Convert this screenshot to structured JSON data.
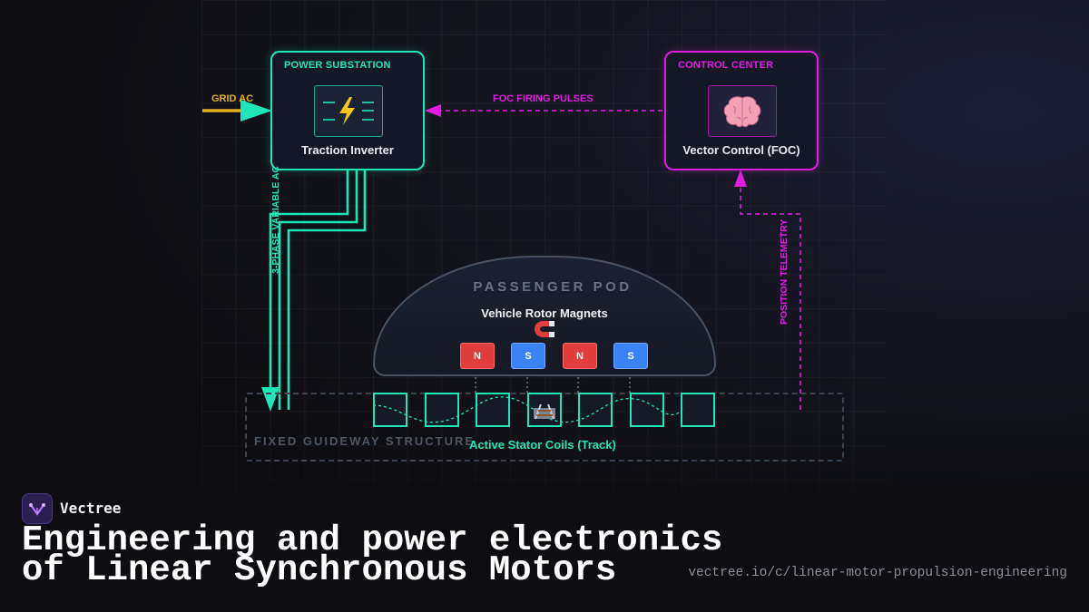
{
  "diagram": {
    "substation": {
      "header": "POWER SUBSTATION",
      "title": "Traction Inverter",
      "icon": "lightning-bolt-icon",
      "color": "#1fe6b8"
    },
    "control": {
      "header": "CONTROL CENTER",
      "title": "Vector Control (FOC)",
      "icon": "brain-icon",
      "color": "#e01ce0"
    },
    "labels": {
      "grid_ac": "GRID AC",
      "foc_pulses": "FOC FIRING PULSES",
      "three_phase": "3-PHASE VARIABLE AC",
      "telemetry": "POSITION TELEMETRY"
    },
    "pod": {
      "title": "PASSENGER POD",
      "subtitle": "Vehicle Rotor Magnets",
      "icon": "magnet-icon",
      "poles": [
        "N",
        "S",
        "N",
        "S"
      ]
    },
    "guideway": {
      "label": "FIXED GUIDEWAY STRUCTURE",
      "stator_label": "Active Stator Coils (Track)",
      "coil_count": 7,
      "icon": "railway-track-icon"
    },
    "colors": {
      "grid_ac": "#e0b020",
      "power": "#1fe6b8",
      "control": "#e01ce0",
      "north": "#e23d3d",
      "south": "#3b82f6"
    }
  },
  "footer": {
    "brand": "Vectree",
    "brand_icon": "vectree-logo-icon",
    "title_line1": "Engineering and power electronics",
    "title_line2": "of Linear Synchronous Motors",
    "url": "vectree.io/c/linear-motor-propulsion-engineering"
  }
}
